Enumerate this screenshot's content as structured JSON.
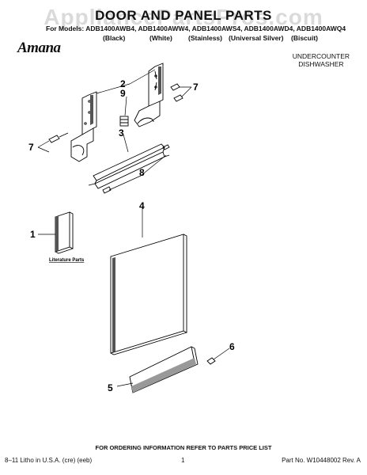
{
  "watermark": "AppliancePartsPros.com",
  "header": {
    "title": "DOOR AND PANEL PARTS",
    "models": "For Models: ADB1400AWB4, ADB1400AWW4, ADB1400AWS4, ADB1400AWD4, ADB1400AWQ4",
    "colors": [
      "(Black)",
      "(White)",
      "(Stainless)",
      "(Universal Silver)",
      "(Biscuit)"
    ],
    "brand": "Amana",
    "product": [
      "UNDERCOUNTER",
      "DISHWASHER"
    ]
  },
  "diagram": {
    "callouts": [
      "1",
      "2",
      "3",
      "4",
      "5",
      "6",
      "7",
      "7",
      "8",
      "9"
    ],
    "literature_label": "Literature Parts"
  },
  "footer": {
    "ordering_note": "FOR ORDERING INFORMATION REFER TO PARTS PRICE LIST",
    "litho": "8–11 Litho in U.S.A. (cre) (eeb)",
    "page": "1",
    "part_no": "Part No. W10448002 Rev. A"
  }
}
